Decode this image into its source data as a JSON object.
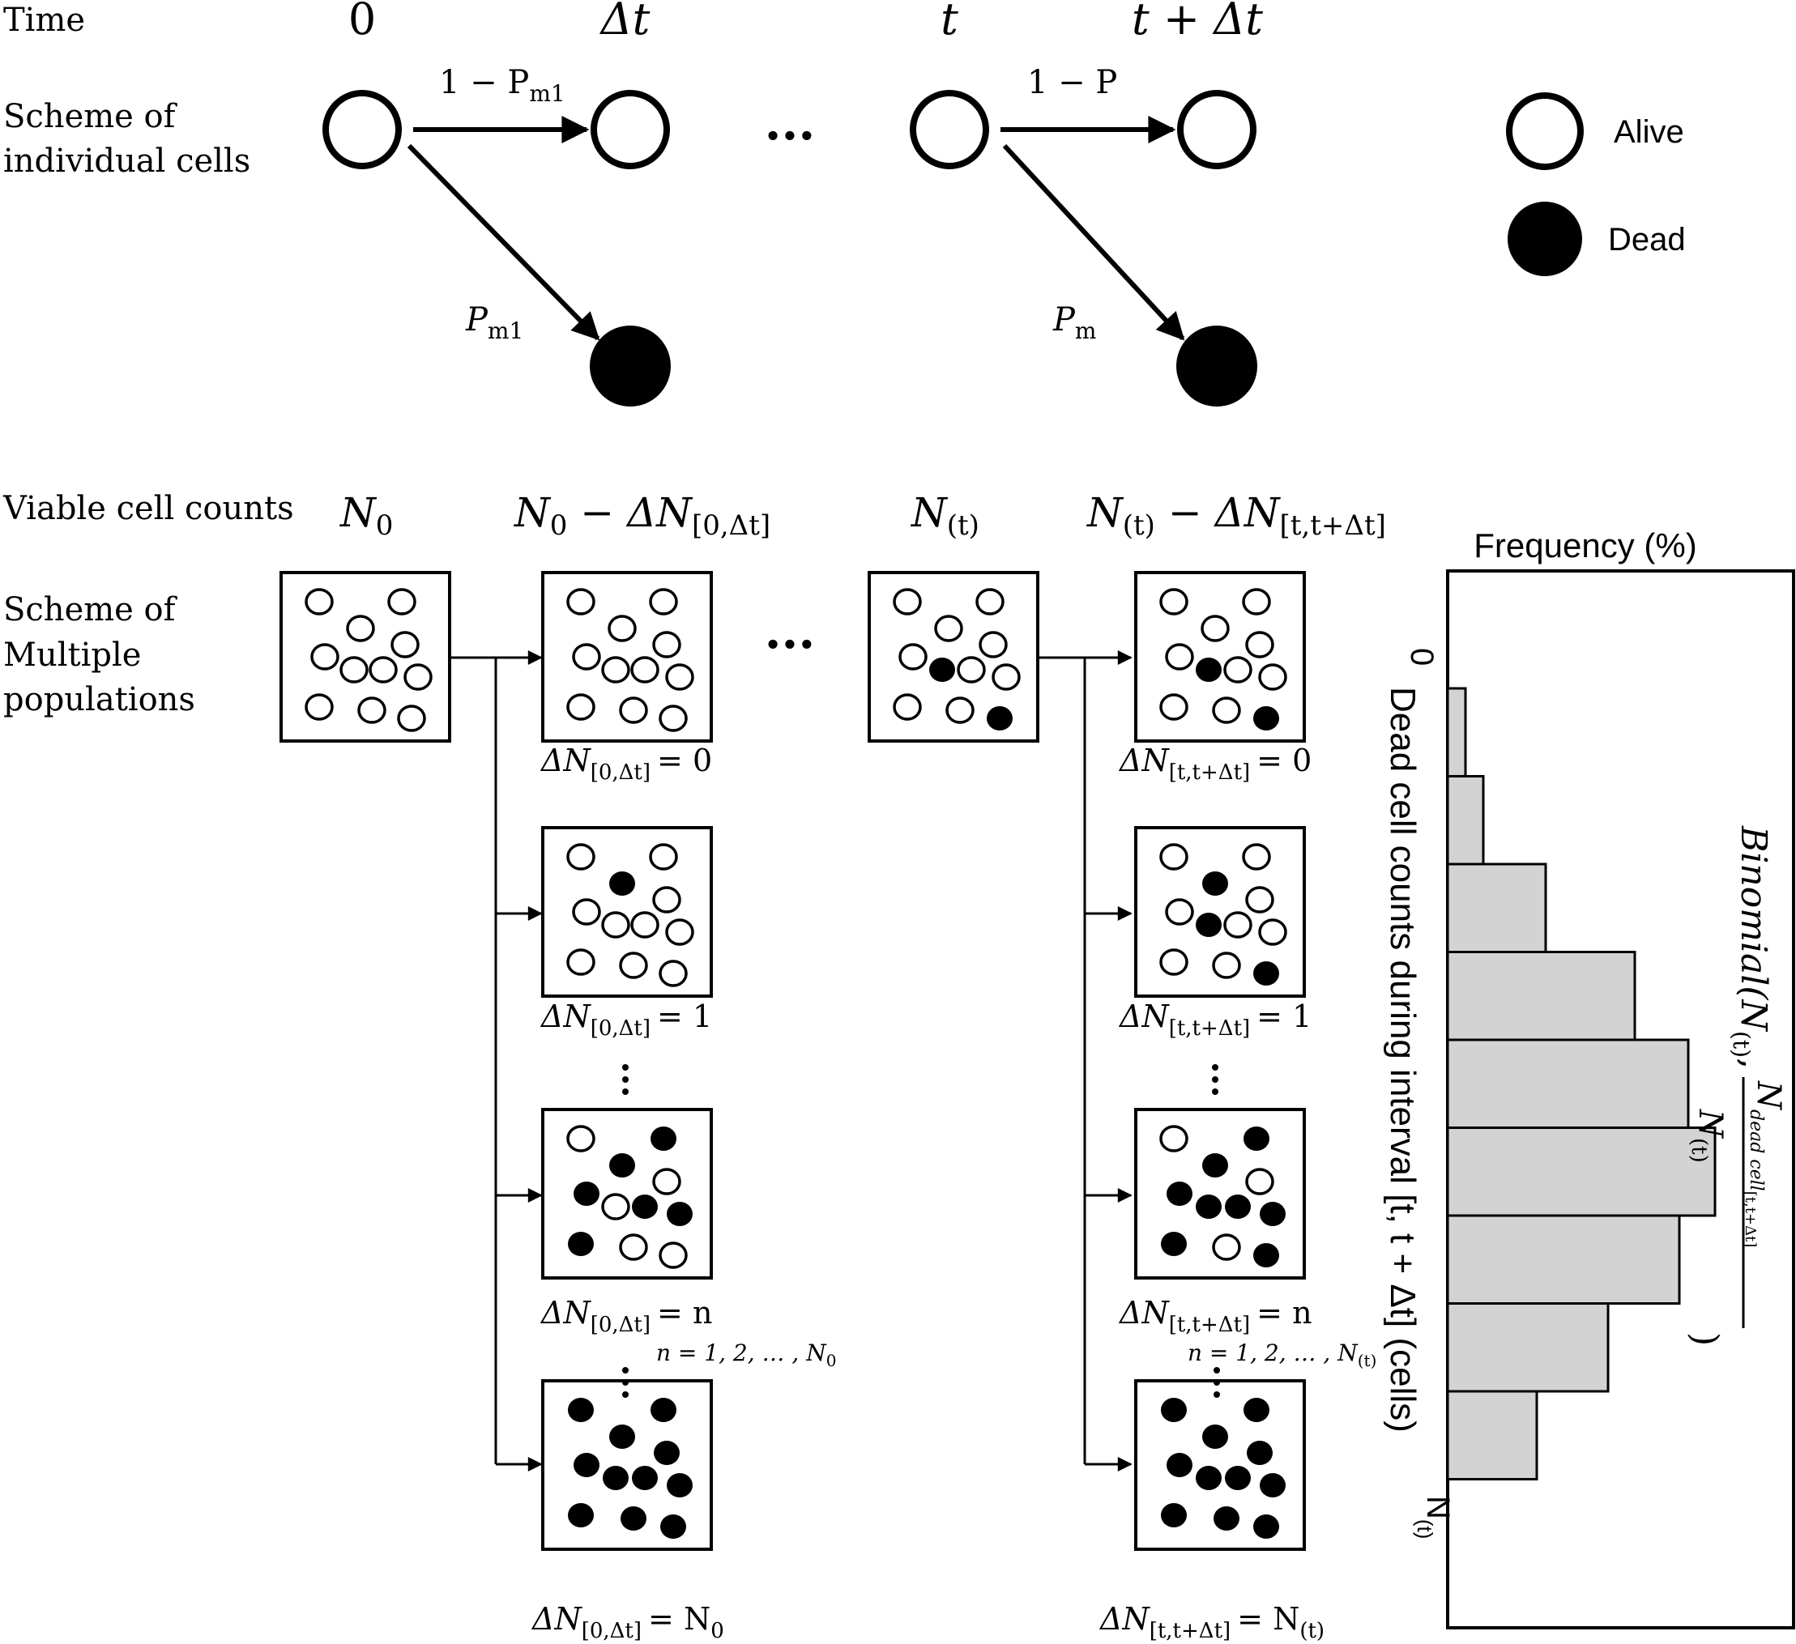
{
  "labels": {
    "time": "Time",
    "scheme_cells_line1": "Scheme of",
    "scheme_cells_line2": "individual cells",
    "viable": "Viable cell counts",
    "scheme_pop_line1": "Scheme of",
    "scheme_pop_line2": "Multiple",
    "scheme_pop_line3": "populations",
    "ellipsis": "..."
  },
  "time_points": [
    "0",
    "Δt",
    "t",
    "t + Δt"
  ],
  "transitions": {
    "survive_1": "1 − P",
    "survive_1_sub": "m1",
    "die_1": "P",
    "die_1_sub": "m1",
    "survive_2": "1 − P",
    "die_2": "P",
    "die_2_sub": "m"
  },
  "legend": {
    "alive": "Alive",
    "dead": "Dead"
  },
  "counts": {
    "c1": "N",
    "c1_sub": "0",
    "c2_main": "N",
    "c2_sub": "0",
    "c2_rest": " − ΔN",
    "c2_range": "[0,Δt]",
    "c3": "N",
    "c3_sub": "(t)",
    "c4_main": "N",
    "c4_sub": "(t)",
    "c4_rest": " − ΔN",
    "c4_range": "[t,t+Δt]"
  },
  "captions_left": {
    "delta": "ΔN",
    "range": "[0,Δt]",
    "values": [
      "= 0",
      "= 1",
      "= n",
      "= N"
    ],
    "last_sub": "0",
    "n_note": "n = 1, 2, … , N",
    "n_note_sub": "0"
  },
  "captions_right": {
    "delta": "ΔN",
    "range": "[t,t+Δt]",
    "values": [
      "= 0",
      "= 1",
      "= n",
      "= N"
    ],
    "last_sub": "(t)",
    "n_note": "n = 1, 2, … , N",
    "n_note_sub": "(t)"
  },
  "histogram": {
    "title": "Frequency (%)",
    "axis_label": "Dead cell counts during interval [t, t + Δt] (cells)",
    "axis_start": "0",
    "axis_end": "N",
    "axis_end_sub": "(t)",
    "formula_main": "Binomial(N",
    "formula_sub": "(t)",
    "formula_comma": ",",
    "formula_num": "N",
    "formula_num_sub": "dead cell",
    "formula_num_sub2": "[t,t+Δt]",
    "formula_den": "N",
    "formula_den_sub": "(t)",
    "formula_close": ")"
  },
  "chart_data": {
    "type": "bar",
    "orientation": "horizontal",
    "title": "Frequency (%)",
    "xlabel": "Dead cell counts during interval [t, t + Δt] (cells)",
    "values": [
      2,
      4,
      11,
      21,
      27,
      30,
      26,
      18,
      10
    ]
  },
  "colors": {
    "ink": "#000000",
    "bar_fill": "#d3d3d3",
    "background": "#ffffff"
  }
}
